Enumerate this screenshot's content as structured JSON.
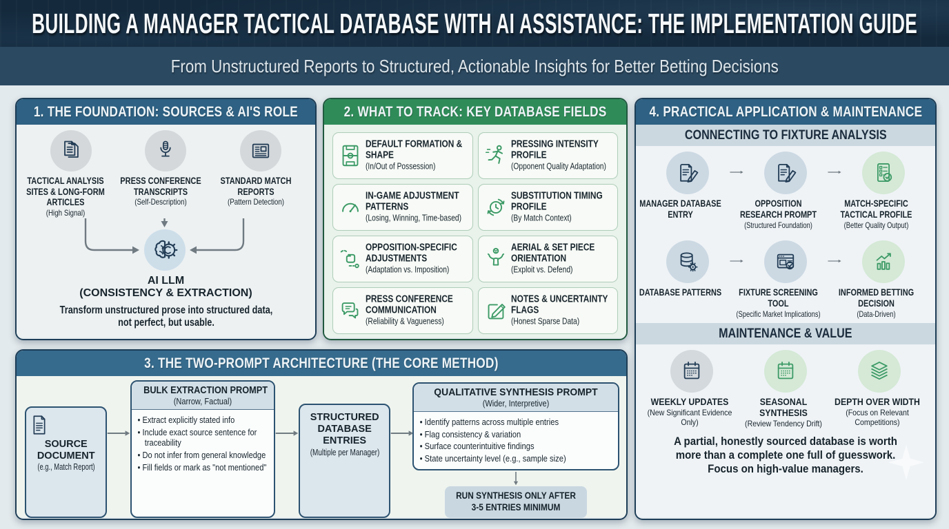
{
  "title": "BUILDING A MANAGER TACTICAL DATABASE WITH AI ASSISTANCE: THE IMPLEMENTATION GUIDE",
  "subtitle": "From Unstructured Reports to Structured, Actionable Insights for Better Betting Decisions",
  "colors": {
    "header_bg": "#14293c",
    "subtitle_bg": "#2b4961",
    "canvas_bg": "#e3eaed",
    "panel_blue_header": "#2e6183",
    "panel_green_header": "#2f8c59",
    "navy_border": "#1d3d56",
    "green_border": "#20593f",
    "text_dark": "#17242c",
    "navy_icon": "#223c55",
    "green_icon": "#3c9a66",
    "arrow_gray": "#6f7a81"
  },
  "panel1": {
    "header": "1. THE FOUNDATION: SOURCES & AI'S ROLE",
    "sources": [
      {
        "icon": "documents-icon",
        "title": "TACTICAL ANALYSIS SITES & LONG-FORM ARTICLES",
        "sub": "(High Signal)"
      },
      {
        "icon": "microphone-icon",
        "title": "PRESS CONFERENCE TRANSCRIPTS",
        "sub": "(Self-Description)"
      },
      {
        "icon": "newspaper-icon",
        "title": "STANDARD MATCH REPORTS",
        "sub": "(Pattern Detection)"
      }
    ],
    "hub": {
      "icon": "brain-gear-icon",
      "title": "AI LLM",
      "sub": "(CONSISTENCY & EXTRACTION)"
    },
    "note_lines": [
      "Transform unstructured prose into structured data,",
      "not perfect, but usable."
    ]
  },
  "panel2": {
    "header": "2. WHAT TO TRACK: KEY DATABASE FIELDS",
    "fields": [
      {
        "icon": "pitch-icon",
        "title": "DEFAULT FORMATION & SHAPE",
        "sub": "(In/Out of Possession)"
      },
      {
        "icon": "running-icon",
        "title": "PRESSING INTENSITY PROFILE",
        "sub": "(Opponent Quality Adaptation)"
      },
      {
        "icon": "gauge-icon",
        "title": "IN-GAME ADJUSTMENT PATTERNS",
        "sub": "(Losing, Winning, Time-based)"
      },
      {
        "icon": "clock-rotate-icon",
        "title": "SUBSTITUTION TIMING PROFILE",
        "sub": "(By Match Context)"
      },
      {
        "icon": "route-icon",
        "title": "OPPOSITION-SPECIFIC ADJUSTMENTS",
        "sub": "(Adaptation vs. Imposition)"
      },
      {
        "icon": "aerial-player-icon",
        "title": "AERIAL & SET PIECE ORIENTATION",
        "sub": "(Exploit vs. Defend)"
      },
      {
        "icon": "speech-bubbles-icon",
        "title": "PRESS CONFERENCE COMMUNICATION",
        "sub": "(Reliability & Vagueness)"
      },
      {
        "icon": "note-pencil-icon",
        "title": "NOTES & UNCERTAINTY FLAGS",
        "sub": "(Honest Sparse Data)"
      }
    ]
  },
  "panel3": {
    "header": "3. THE TWO-PROMPT ARCHITECTURE (THE CORE METHOD)",
    "source_box": {
      "icon": "document-icon",
      "title": "SOURCE DOCUMENT",
      "sub": "(e.g., Match Report)"
    },
    "bulk_prompt": {
      "title": "BULK EXTRACTION PROMPT",
      "sub": "(Narrow, Factual)",
      "bullets": [
        "Extract explicitly stated info",
        "Include exact source sentence for traceability",
        "Do not infer from general knowledge",
        "Fill fields or mark as \"not mentioned\""
      ]
    },
    "entries_box": {
      "title": "STRUCTURED DATABASE ENTRIES",
      "sub": "(Multiple per Manager)"
    },
    "synthesis_prompt": {
      "title": "QUALITATIVE SYNTHESIS PROMPT",
      "sub": "(Wider, Interpretive)",
      "bullets": [
        "Identify patterns across multiple entries",
        "Flag consistency & variation",
        "Surface counterintuitive findings",
        "State uncertainty level (e.g., sample size)"
      ]
    },
    "run_note_lines": [
      "RUN SYNTHESIS ONLY AFTER",
      "3-5 ENTRIES MINIMUM"
    ]
  },
  "panel4": {
    "header": "4. PRACTICAL APPLICATION & MAINTENANCE",
    "fixture_section": {
      "header": "CONNECTING TO FIXTURE ANALYSIS",
      "row1": [
        {
          "icon": "doc-pencil-icon",
          "title": "MANAGER DATABASE ENTRY",
          "sub": ""
        },
        {
          "icon": "doc-pencil-icon",
          "title": "OPPOSITION RESEARCH PROMPT",
          "sub": "(Structured Foundation)"
        },
        {
          "icon": "checklist-check-icon",
          "title": "MATCH-SPECIFIC TACTICAL PROFILE",
          "sub": "(Better Quality Output)"
        }
      ],
      "row2": [
        {
          "icon": "database-gear-icon",
          "title": "DATABASE PATTERNS",
          "sub": ""
        },
        {
          "icon": "browser-check-icon",
          "title": "FIXTURE SCREENING TOOL",
          "sub": "(Specific Market Implications)"
        },
        {
          "icon": "chart-up-icon",
          "title": "INFORMED BETTING DECISION",
          "sub": "(Data-Driven)"
        }
      ]
    },
    "maintenance_section": {
      "header": "MAINTENANCE & VALUE",
      "items": [
        {
          "icon": "calendar-icon",
          "title": "WEEKLY UPDATES",
          "sub": "(New Significant Evidence Only)"
        },
        {
          "icon": "calendar-icon",
          "title": "SEASONAL SYNTHESIS",
          "sub": "(Review Tendency Drift)"
        },
        {
          "icon": "layers-icon",
          "title": "DEPTH OVER WIDTH",
          "sub": "(Focus on Relevant Competitions)"
        }
      ],
      "footer_lines": [
        "A partial, honestly sourced database is worth",
        "more than a complete one full of guesswork.",
        "Focus on high-value managers."
      ]
    }
  }
}
